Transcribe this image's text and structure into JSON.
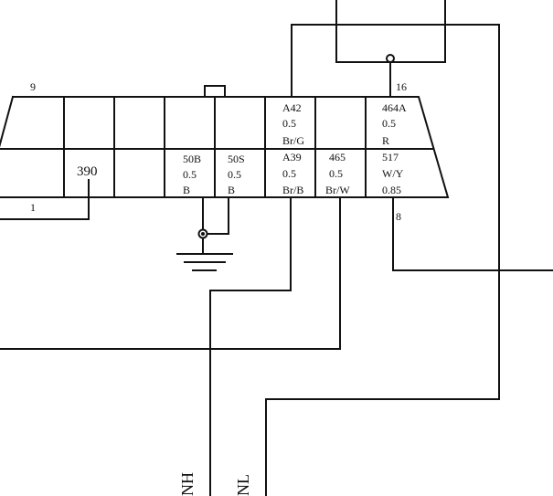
{
  "connector": {
    "pins": {
      "top_left": "9",
      "bottom_left": "1",
      "top_right": "16",
      "bottom_right": "8"
    },
    "cells": {
      "pin9": [
        "",
        "",
        ""
      ],
      "pin10": [
        "",
        "",
        ""
      ],
      "pin11": [
        "",
        "",
        ""
      ],
      "pin12": [
        "",
        "",
        ""
      ],
      "pin13": [
        "",
        "",
        ""
      ],
      "pin14": [
        "A42",
        "0.5",
        "Br/G"
      ],
      "pin15": [
        "",
        "",
        ""
      ],
      "pin16": [
        "464A",
        "0.5",
        "R"
      ],
      "pin1": [
        "",
        "",
        ""
      ],
      "pin2": [
        "390",
        "",
        ""
      ],
      "pin3": [
        "",
        "",
        ""
      ],
      "pin4": [
        "50B",
        "0.5",
        "B"
      ],
      "pin5": [
        "50S",
        "0.5",
        "B"
      ],
      "pin6": [
        "A39",
        "0.5",
        "Br/B"
      ],
      "pin7": [
        "465",
        "0.5",
        "Br/W"
      ],
      "pin8": [
        "517",
        "W/Y",
        "0.85"
      ]
    }
  },
  "wire_labels": {
    "left": "NH",
    "right": "NL"
  }
}
